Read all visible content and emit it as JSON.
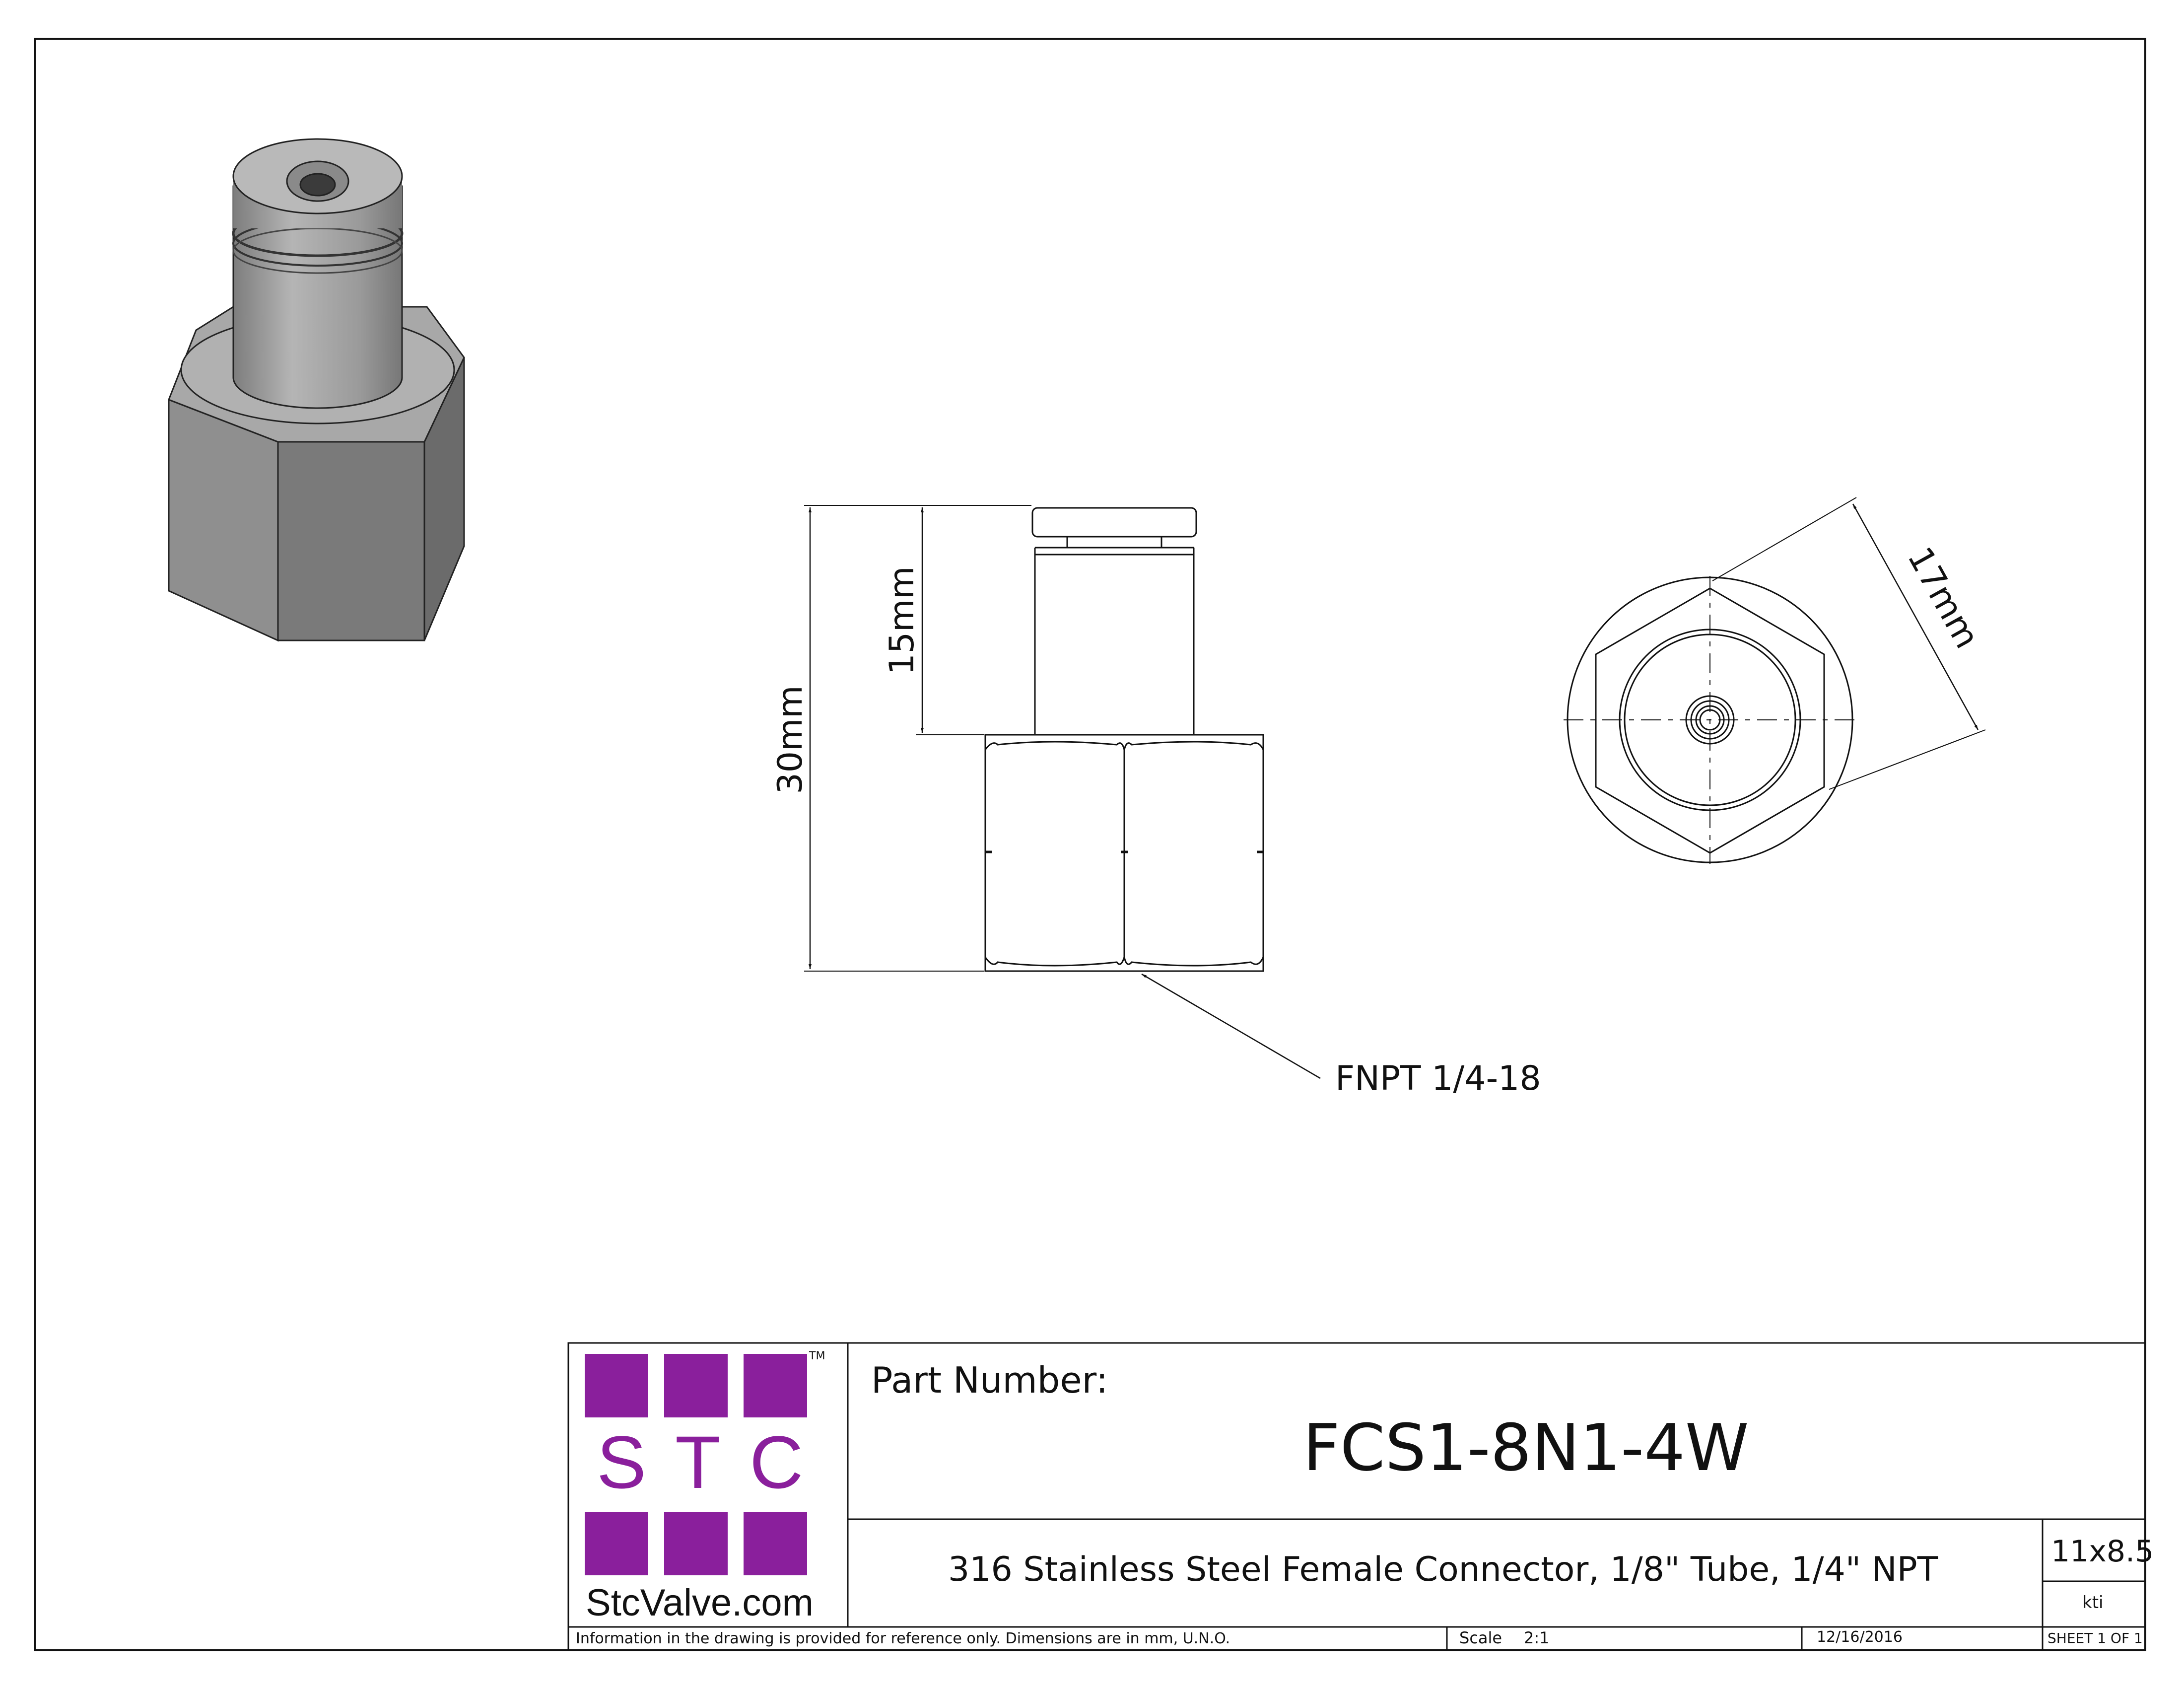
{
  "dimensions": {
    "overall_height": "30mm",
    "tube_height": "15mm",
    "hex_size": "17mm",
    "thread_callout": "FNPT 1/4-18"
  },
  "title_block": {
    "logo_letters": [
      "S",
      "T",
      "C"
    ],
    "logo_trademark": "TM",
    "logo_site": "StcValve.com",
    "part_number_label": "Part Number:",
    "part_number": "FCS1-8N1-4W",
    "description": "316 Stainless Steel Female Connector, 1/8\" Tube, 1/4\" NPT",
    "sheet_size": "11x8.5",
    "drawn_by": "kti",
    "disclaimer": "Information in the drawing is provided for reference only. Dimensions are in mm, U.N.O.",
    "scale_label": "Scale",
    "scale_value": "2:1",
    "date": "12/16/2016",
    "sheet": "SHEET 1 OF 1"
  },
  "colors": {
    "logo_purple": "#8a1f9c",
    "line": "#111111",
    "metal_light": "#a9a9a9",
    "metal_mid": "#8c8c8c",
    "metal_dark": "#6e6e6e"
  }
}
